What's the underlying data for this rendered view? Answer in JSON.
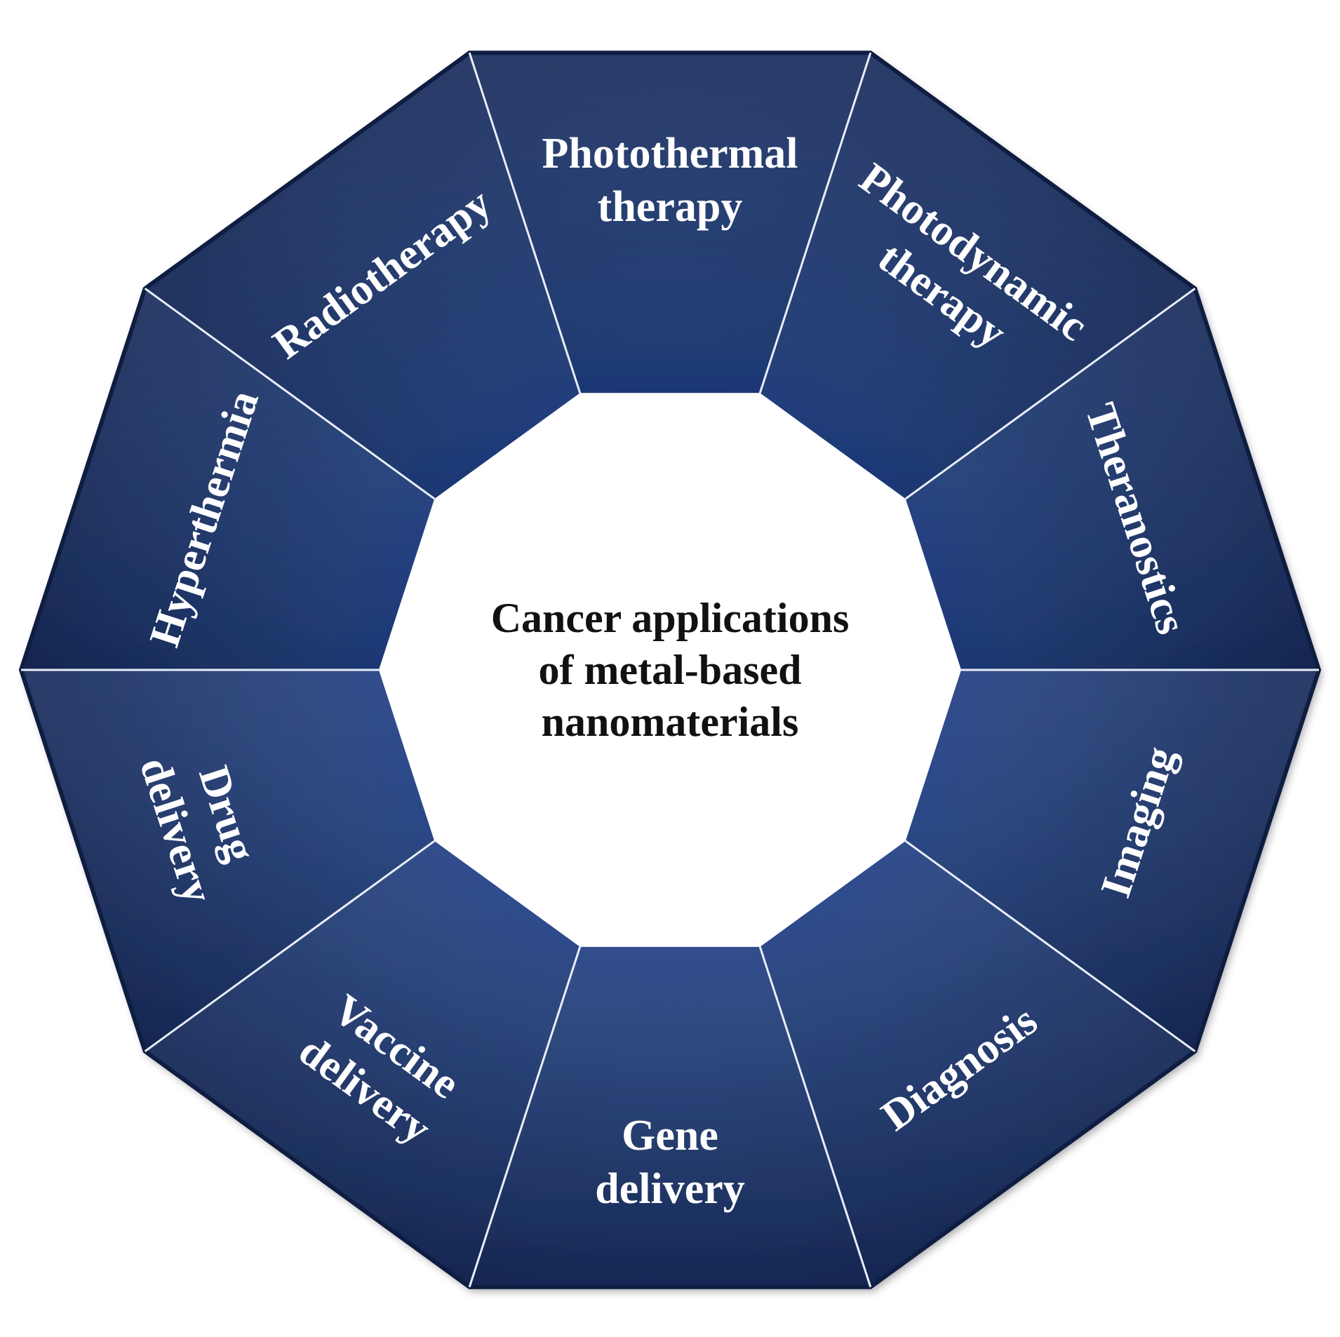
{
  "center": {
    "lines": [
      "Cancer applications",
      "of metal-based",
      "nanomaterials"
    ]
  },
  "segments": [
    {
      "id": "photothermal-therapy",
      "lines": [
        "Photothermal",
        "therapy"
      ]
    },
    {
      "id": "photodynamic-therapy",
      "lines": [
        "Photodynamic",
        "therapy"
      ]
    },
    {
      "id": "theranostics",
      "lines": [
        "Theranostics"
      ]
    },
    {
      "id": "imaging",
      "lines": [
        "Imaging"
      ]
    },
    {
      "id": "diagnosis",
      "lines": [
        "Diagnosis"
      ]
    },
    {
      "id": "gene-delivery",
      "lines": [
        "Gene",
        "delivery"
      ]
    },
    {
      "id": "vaccine-delivery",
      "lines": [
        "Vaccine",
        "delivery"
      ]
    },
    {
      "id": "drug-delivery",
      "lines": [
        "Drug",
        "delivery"
      ]
    },
    {
      "id": "hyperthermia",
      "lines": [
        "Hyperthermia"
      ]
    },
    {
      "id": "radiotherapy",
      "lines": [
        "Radiotherapy"
      ]
    }
  ],
  "colors": {
    "segment_light": "#2d4c8a",
    "segment_dark": "#14244f",
    "inner_glow": "#1f4ea8",
    "divider": "#e9eef7",
    "center_text": "#111111",
    "segment_text": "#ffffff"
  }
}
